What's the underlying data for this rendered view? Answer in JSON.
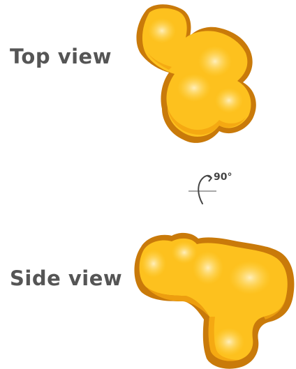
{
  "labels": {
    "top_view": "Top view",
    "side_view": "Side view"
  },
  "rotation": {
    "angle_label": "90°",
    "icon": "rotation-arrow-icon"
  },
  "colors": {
    "blob_fill": "#FDC11E",
    "blob_outline": "#C97A0A",
    "blob_shadow": "#F3A510",
    "blob_highlight": "#FFE79A",
    "label_text": "#555555"
  }
}
